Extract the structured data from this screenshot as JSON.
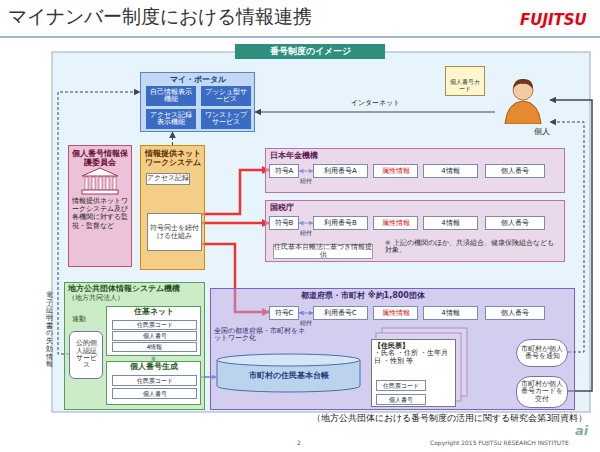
{
  "diagram": {
    "title": "マイナンバー制度における情報連携",
    "caption": "（地方公共団体における番号制度の活用に関する研究会第3回資料）",
    "nodes": [
      {
        "text": [
          "番号制度のイメージ"
        ]
      },
      {
        "text": [
          "マイ・ポータル"
        ]
      },
      {
        "text": [
          "自己情報表示機能"
        ],
        "in": 1
      },
      {
        "text": [
          "プッシュ型サービス"
        ],
        "in": 1
      },
      {
        "text": [
          "アクセス記録表示機能"
        ],
        "in": 1
      },
      {
        "text": [
          "ワンストップサービス"
        ],
        "in": 1
      },
      {
        "text": [
          "個人"
        ]
      },
      {
        "text": [
          "個人番号カード"
        ]
      },
      {
        "text": [
          "個人番号情報保護委員会",
          "情報提供ネットワークシステム及び各機関に対する監視・監督など"
        ]
      },
      {
        "text": [
          "情報提供ネットワークシステム"
        ]
      },
      {
        "text": [
          "アクセス記録"
        ],
        "in": 9
      },
      {
        "text": [
          "符号同士を紐付ける仕組み"
        ],
        "in": 9
      },
      {
        "text": [
          "日本年金機構"
        ]
      },
      {
        "text": [
          "符号A"
        ],
        "in": 12
      },
      {
        "text": [
          "利用番号A"
        ],
        "in": 12
      },
      {
        "text": [
          "属性情報"
        ],
        "in": 12
      },
      {
        "text": [
          "4情報"
        ],
        "in": 12
      },
      {
        "text": [
          "個人番号"
        ],
        "in": 12
      },
      {
        "text": [
          "国税庁"
        ]
      },
      {
        "text": [
          "符号B"
        ],
        "in": 18
      },
      {
        "text": [
          "利用番号B"
        ],
        "in": 18
      },
      {
        "text": [
          "属性情報"
        ],
        "in": 18
      },
      {
        "text": [
          "4情報"
        ],
        "in": 18
      },
      {
        "text": [
          "個人番号"
        ],
        "in": 18
      },
      {
        "text": [
          "住民基本台帳法に基づき情報提供"
        ],
        "in": 18
      },
      {
        "text": [
          "都道府県・市町村 ※約1,800団体"
        ]
      },
      {
        "text": [
          "符号C"
        ],
        "in": 25
      },
      {
        "text": [
          "利用番号C"
        ],
        "in": 25
      },
      {
        "text": [
          "属性情報"
        ],
        "in": 25
      },
      {
        "text": [
          "4情報"
        ],
        "in": 25
      },
      {
        "text": [
          "個人番号"
        ],
        "in": 25
      },
      {
        "text": [
          "市町村の住民基本台帳"
        ],
        "in": 25
      },
      {
        "text": [
          "【住民票】",
          "・氏名 ・住所 ・生年月日 ・性別 等"
        ],
        "in": 25
      },
      {
        "text": [
          "住民票コード"
        ],
        "in": 32
      },
      {
        "text": [
          "個人番号"
        ],
        "in": 32
      },
      {
        "text": [
          "市町村が個人番号を通知"
        ],
        "in": 25
      },
      {
        "text": [
          "市町村が個人番号カードを交付"
        ],
        "in": 25
      },
      {
        "text": [
          "地方公共団体情報システム機構",
          "（地方共同法人）"
        ]
      },
      {
        "text": [
          "住基ネット"
        ],
        "in": 37
      },
      {
        "text": [
          "住民票コード"
        ],
        "in": 38
      },
      {
        "text": [
          "個人番号"
        ],
        "in": 38
      },
      {
        "text": [
          "4情報"
        ],
        "in": 38
      },
      {
        "text": [
          "個人番号生成"
        ],
        "in": 37
      },
      {
        "text": [
          "住民票コード"
        ],
        "in": 42
      },
      {
        "text": [
          "個人番号"
        ],
        "in": 42
      },
      {
        "text": [
          "公的個人認証サービス"
        ],
        "in": 37
      }
    ],
    "edges": [
      {
        "from": 6,
        "to": 1,
        "arrow": "to",
        "label": "インターネット"
      },
      {
        "from": 11,
        "to": 13,
        "arrow": "to"
      },
      {
        "from": 11,
        "to": 19,
        "arrow": "to"
      },
      {
        "from": 11,
        "to": 26,
        "arrow": "to"
      },
      {
        "from": 13,
        "to": 14,
        "arrow": "both",
        "label": "紐付"
      },
      {
        "from": 19,
        "to": 20,
        "arrow": "both",
        "label": "紐付"
      },
      {
        "from": 26,
        "to": 27,
        "arrow": "both",
        "label": "紐付"
      },
      {
        "from": 9,
        "to": 1,
        "arrow": "to"
      },
      {
        "from": 38,
        "to": 42,
        "arrow": "both"
      },
      {
        "from": 42,
        "to": 31,
        "arrow": "to"
      },
      {
        "from": 35,
        "to": 6,
        "arrow": "to"
      },
      {
        "from": 36,
        "to": 6,
        "arrow": "to"
      },
      {
        "from": 45,
        "to": 1,
        "arrow": "to"
      }
    ],
    "labels": [
      "FUJITSU",
      "※ 上記の機関のほか、共済組合、健康保険組合なども対象。",
      "連動",
      "電子証明書の失効情報",
      "全国の都道府県・市町村をネットワーク化",
      "2",
      "Copyright 2015 FUJITSU RESEARCH INSTITUTE",
      "ai"
    ]
  }
}
